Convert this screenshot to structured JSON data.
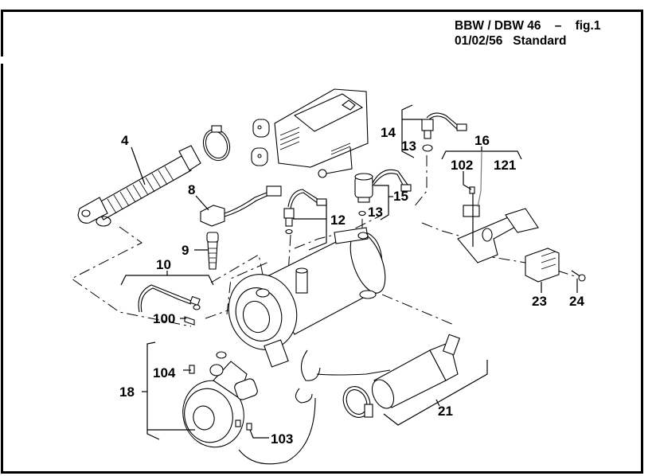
{
  "header": {
    "line1_model": "BBW / DBW 46",
    "line1_sep": "–",
    "line1_fig": "fig.1",
    "line2_date": "01/02/56",
    "line2_variant": "Standard"
  },
  "diagram": {
    "type": "exploded parts diagram",
    "callouts": [
      {
        "id": "4",
        "label": "4"
      },
      {
        "id": "8",
        "label": "8"
      },
      {
        "id": "9",
        "label": "9"
      },
      {
        "id": "10",
        "label": "10"
      },
      {
        "id": "12",
        "label": "12"
      },
      {
        "id": "13a",
        "label": "13"
      },
      {
        "id": "13b",
        "label": "13"
      },
      {
        "id": "14",
        "label": "14"
      },
      {
        "id": "15",
        "label": "15"
      },
      {
        "id": "16",
        "label": "16"
      },
      {
        "id": "18",
        "label": "18"
      },
      {
        "id": "21",
        "label": "21"
      },
      {
        "id": "23",
        "label": "23"
      },
      {
        "id": "24",
        "label": "24"
      },
      {
        "id": "100",
        "label": "100"
      },
      {
        "id": "102",
        "label": "102"
      },
      {
        "id": "103",
        "label": "103"
      },
      {
        "id": "104",
        "label": "104"
      },
      {
        "id": "121",
        "label": "121"
      }
    ]
  }
}
